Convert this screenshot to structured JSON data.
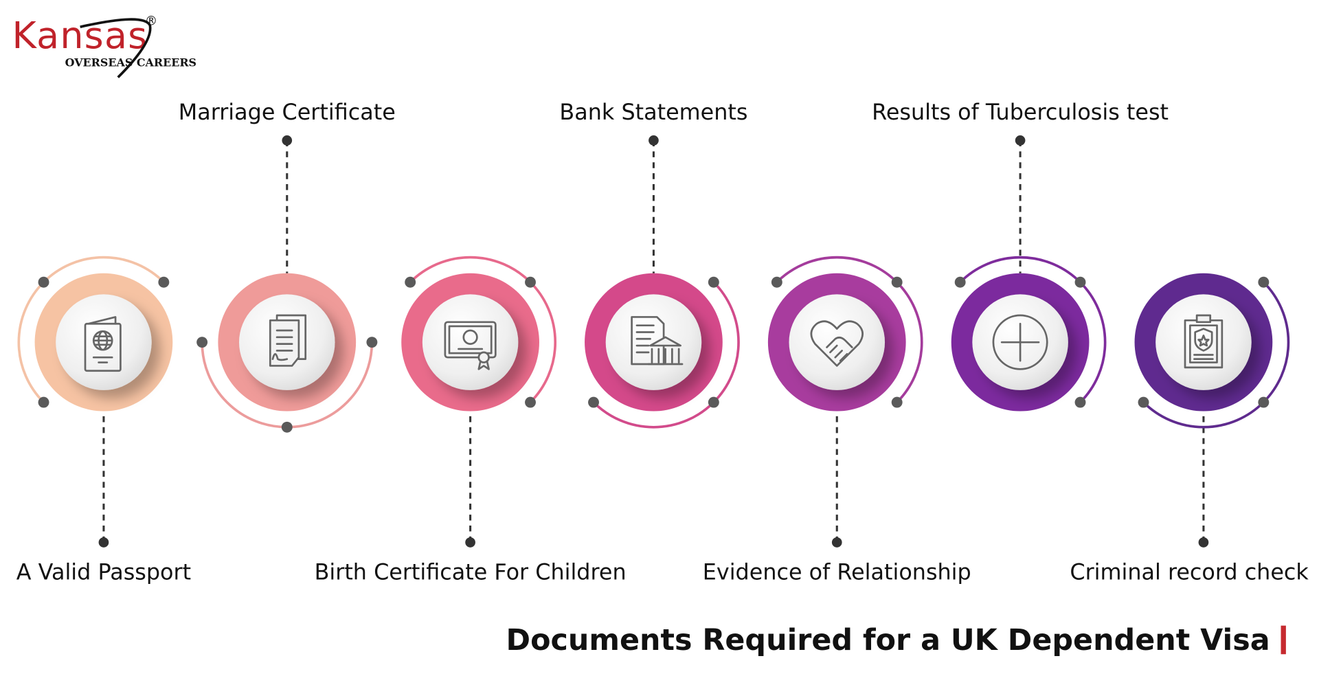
{
  "logo": {
    "wordmark": "Kansas",
    "tagline": "OVERSEAS CAREERS",
    "mark": "®",
    "brand_color": "#c0222a"
  },
  "title": "Documents Required for a UK Dependent Visa",
  "title_accent_color": "#c62a2f",
  "items": [
    {
      "label": "A Valid Passport",
      "label_position": "bottom",
      "icon": "passport-icon",
      "color": "#f6c3a3",
      "arc_color": "#f4c2a6"
    },
    {
      "label": "Marriage Certificate",
      "label_position": "top",
      "icon": "certificate-documents-icon",
      "color": "#ef9b99",
      "arc_color": "#ec9c9c"
    },
    {
      "label": "Birth Certificate For Children",
      "label_position": "bottom",
      "icon": "baby-certificate-icon",
      "color": "#e96b8b",
      "arc_color": "#e7698c"
    },
    {
      "label": "Bank Statements",
      "label_position": "top",
      "icon": "bank-statement-icon",
      "color": "#d4498a",
      "arc_color": "#d24b8b"
    },
    {
      "label": "Evidence of Relationship",
      "label_position": "bottom",
      "icon": "heart-handshake-icon",
      "color": "#a83c9e",
      "arc_color": "#a43c9c"
    },
    {
      "label": "Results of Tuberculosis test",
      "label_position": "top",
      "icon": "medical-plus-icon",
      "color": "#7c2a9e",
      "arc_color": "#7e2c9c"
    },
    {
      "label": "Criminal record check",
      "label_position": "bottom",
      "icon": "police-clipboard-icon",
      "color": "#5f2a8f",
      "arc_color": "#5f2b8e"
    }
  ]
}
